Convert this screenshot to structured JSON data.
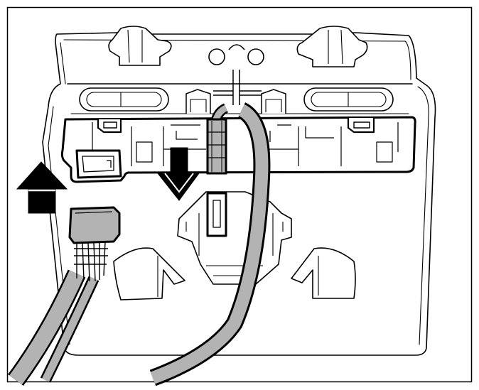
{
  "figure": {
    "kind": "installation-illustration",
    "parts": {
      "housing": "overhead-console-housing",
      "bracket": "module-bracket",
      "connector_left": "harness-connector-left",
      "connector_right": "harness-connector-right",
      "cable_left": "wire-harness-left",
      "cable_right": "wire-harness-right"
    },
    "arrows": [
      {
        "name": "arrow-up",
        "direction": "up"
      },
      {
        "name": "arrow-down",
        "direction": "down"
      }
    ],
    "colors": {
      "line": "#000000",
      "paper": "#ffffff",
      "cable_fill": "#b3b3b3",
      "arrow_fill": "#000000"
    }
  }
}
